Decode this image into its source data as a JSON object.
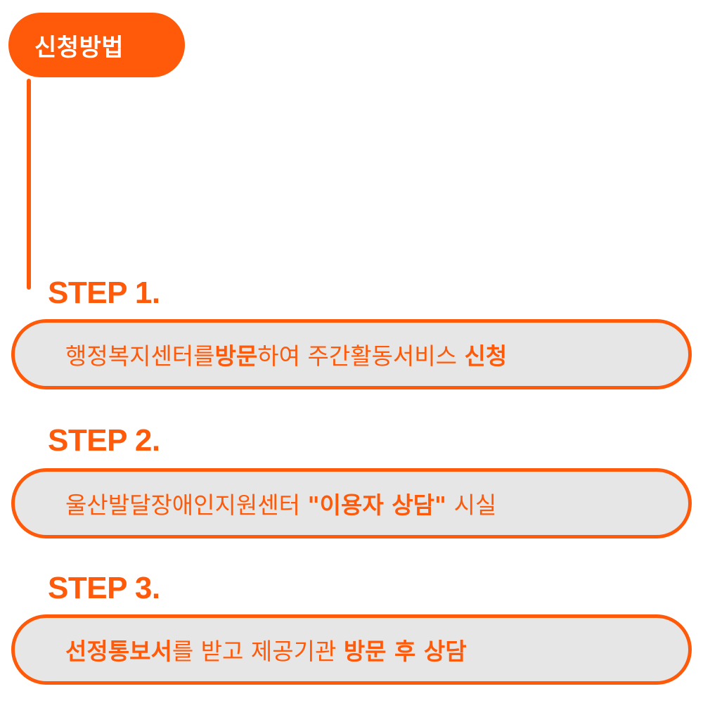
{
  "title": "신청방법",
  "steps": [
    {
      "label": "STEP 1.",
      "parts": [
        {
          "text": "행정복지센터를 ",
          "bold": false
        },
        {
          "text": "방문",
          "bold": true
        },
        {
          "text": "하여 주간활동서비스 ",
          "bold": false
        },
        {
          "text": "신청",
          "bold": true
        }
      ]
    },
    {
      "label": "STEP 2.",
      "parts": [
        {
          "text": "울산발달장애인지원센터 ",
          "bold": false
        },
        {
          "text": "\"이용자 상담\"",
          "bold": true
        },
        {
          "text": " 시실",
          "bold": false
        }
      ]
    },
    {
      "label": "STEP 3.",
      "parts": [
        {
          "text": "선정통보서",
          "bold": true
        },
        {
          "text": "를 받고 제공기관 ",
          "bold": false
        },
        {
          "text": "방문 후 상담",
          "bold": true
        }
      ]
    }
  ],
  "colors": {
    "accent": "#ff5a0a",
    "box_fill": "#e6e6e6",
    "title_text": "#ffffff"
  }
}
